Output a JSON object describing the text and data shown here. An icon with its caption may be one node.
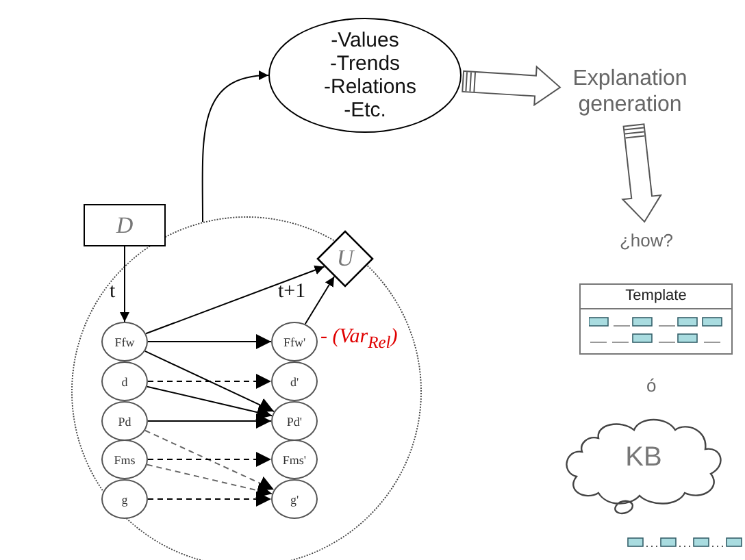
{
  "diagram": {
    "nodes": [
      {
        "text": [],
        "shape": "circle"
      },
      {
        "text": [
          "D"
        ],
        "in": 0
      },
      {
        "text": [
          "U"
        ],
        "in": 0
      },
      {
        "text": [
          "Ffw"
        ],
        "in": 0
      },
      {
        "text": [
          "d"
        ],
        "in": 0
      },
      {
        "text": [
          "Pd"
        ],
        "in": 0
      },
      {
        "text": [
          "Fms"
        ],
        "in": 0
      },
      {
        "text": [
          "g"
        ],
        "in": 0
      },
      {
        "text": [
          "Ffw'"
        ],
        "in": 0,
        "beside": [
          "- (Var$_{Rel}$)"
        ]
      },
      {
        "text": [
          "d'"
        ],
        "in": 0
      },
      {
        "text": [
          "Pd'"
        ],
        "in": 0
      },
      {
        "text": [
          "Fms'"
        ],
        "in": 0
      },
      {
        "text": [
          "g'"
        ],
        "in": 0
      },
      {
        "text": [
          "-Values -Trends -Relations -Etc."
        ]
      },
      {
        "text": [
          "Explanation generation"
        ]
      },
      {
        "text": [
          "¿how?"
        ]
      },
      {
        "text": [
          "Template"
        ]
      },
      {
        "text": [
          "KB"
        ]
      }
    ],
    "edges": [
      {
        "from": 0,
        "to": 13,
        "arrow": "to"
      },
      {
        "from": 13,
        "to": 14,
        "arrow": "to",
        "style": "thick"
      },
      {
        "from": 14,
        "to": 15,
        "arrow": "to",
        "style": "thick"
      },
      {
        "from": 1,
        "to": 3,
        "arrow": "to"
      },
      {
        "from": 3,
        "to": 2,
        "arrow": "to"
      },
      {
        "from": 8,
        "to": 2,
        "arrow": "to"
      },
      {
        "from": 3,
        "to": 8,
        "arrow": "to"
      },
      {
        "from": 3,
        "to": 10,
        "arrow": "to"
      },
      {
        "from": 4,
        "to": 9,
        "arrow": "to",
        "style": "dashed"
      },
      {
        "from": 4,
        "to": 10,
        "arrow": "to"
      },
      {
        "from": 5,
        "to": 10,
        "arrow": "to"
      },
      {
        "from": 5,
        "to": 12,
        "arrow": "to",
        "style": "dashed",
        "color": "#666666"
      },
      {
        "from": 6,
        "to": 11,
        "arrow": "to",
        "style": "dashed"
      },
      {
        "from": 6,
        "to": 12,
        "arrow": "to",
        "style": "dashed",
        "color": "#666666"
      },
      {
        "from": 7,
        "to": 12,
        "arrow": "to",
        "style": "dashed"
      }
    ],
    "labels": [
      "t",
      "t+1",
      "ó"
    ]
  }
}
